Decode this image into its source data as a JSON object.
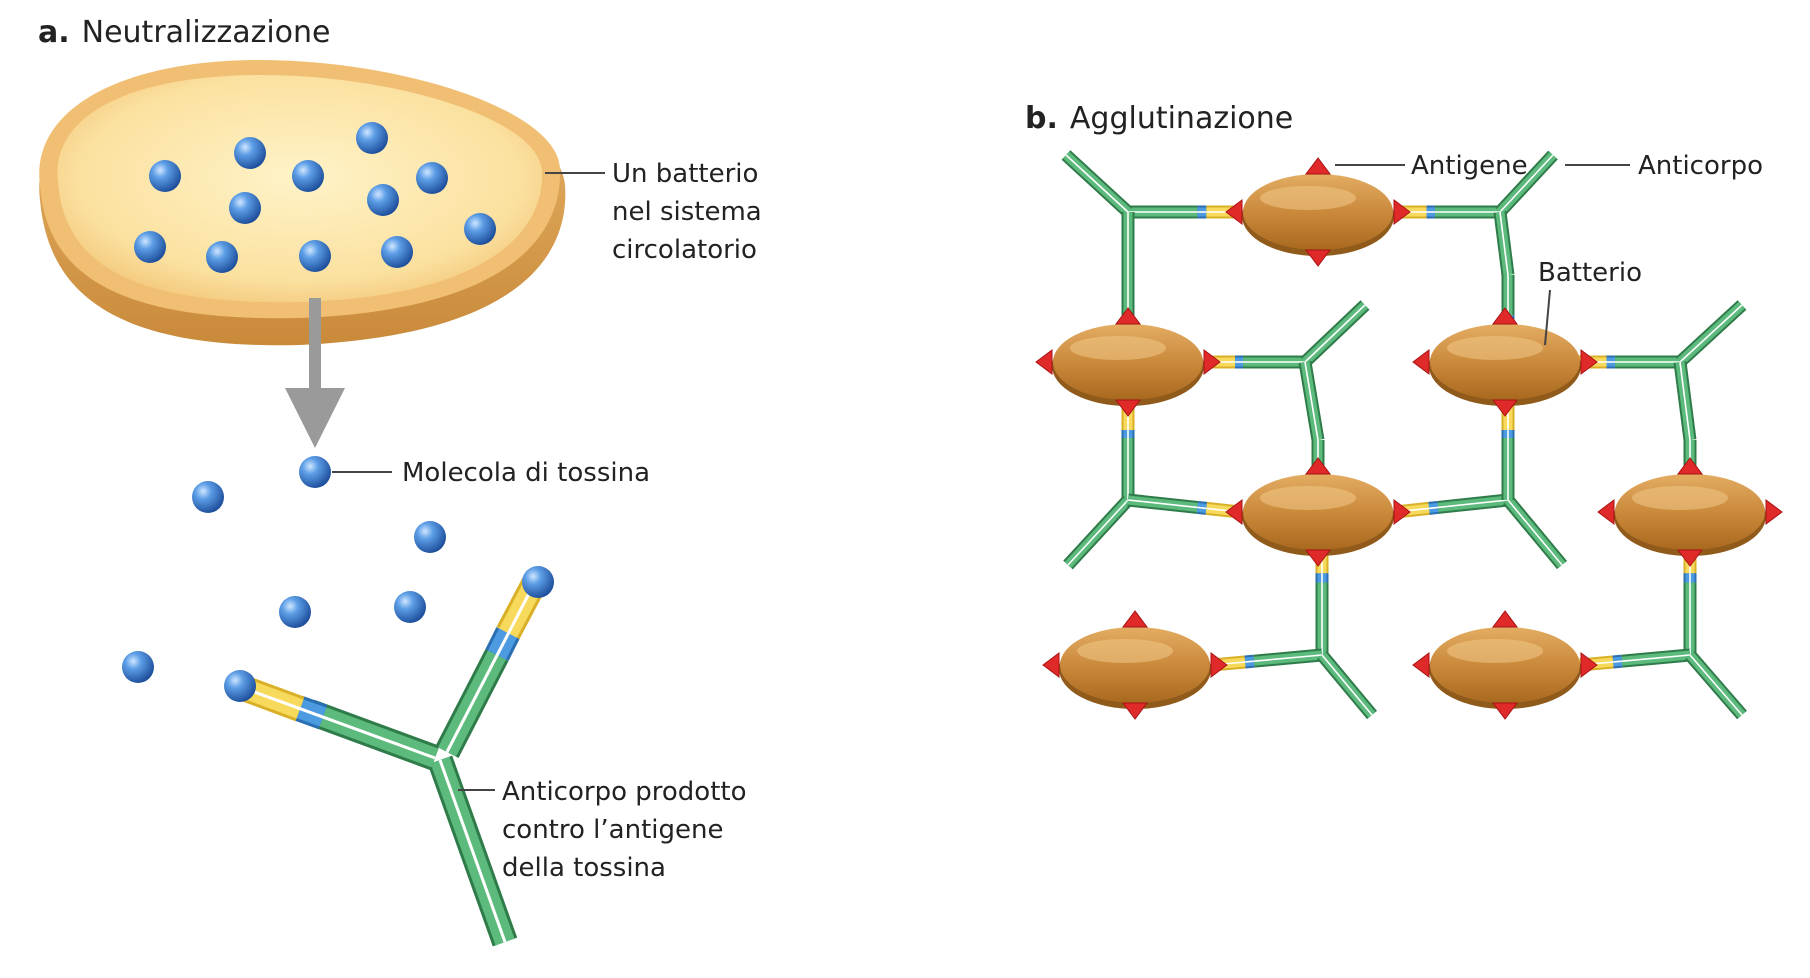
{
  "panel_a": {
    "letter": "a.",
    "title": "Neutralizzazione",
    "bacterium_label": [
      "Un batterio",
      "nel sistema",
      "circolatorio"
    ],
    "toxin_label": "Molecola di tossina",
    "antibody_label": [
      "Anticorpo prodotto",
      "contro l’antigene",
      "della tossina"
    ]
  },
  "panel_b": {
    "letter": "b.",
    "title": "Agglutinazione",
    "antigen_label": "Antigene",
    "antibody_label": "Anticorpo",
    "bacterium_label": "Batterio"
  },
  "colors": {
    "toxin": "#3a78c9",
    "antibody_green": "#4aa86a",
    "antibody_yellow": "#f4d24a",
    "antibody_blue": "#3c8fd6",
    "bacterium_a": "#fbe4a4",
    "bacterium_b": "#c98a3c",
    "antigen": "#e02a2a",
    "arrow": "#9a9a9a"
  }
}
